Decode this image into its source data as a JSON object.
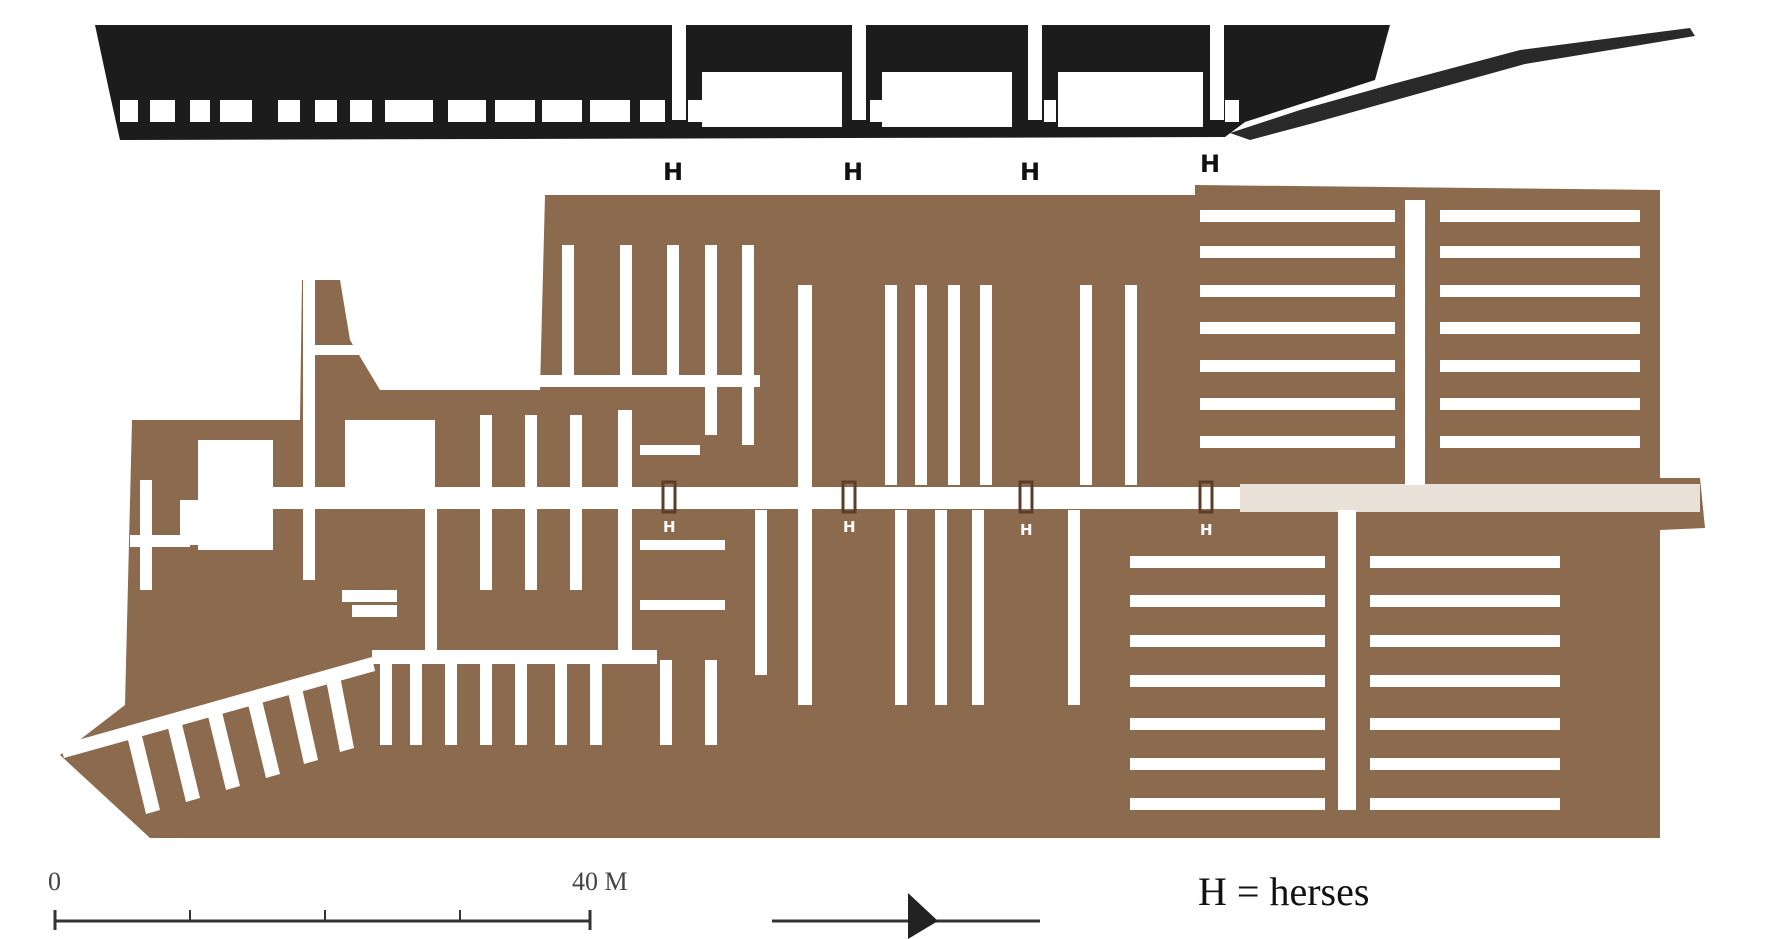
{
  "colors": {
    "ground": "#8b6a4e",
    "section_rock": "#1c1c1c",
    "gallery": "#ffffff",
    "ink": "#111111"
  },
  "section_labels": [
    "H",
    "H",
    "H",
    "H"
  ],
  "plan_labels": [
    "H",
    "H",
    "H",
    "H"
  ],
  "scale_bar": {
    "start_label": "0",
    "end_label": "40 M"
  },
  "legend": {
    "text": "H = herses"
  },
  "icons": {
    "direction": "north-arrow-icon"
  }
}
